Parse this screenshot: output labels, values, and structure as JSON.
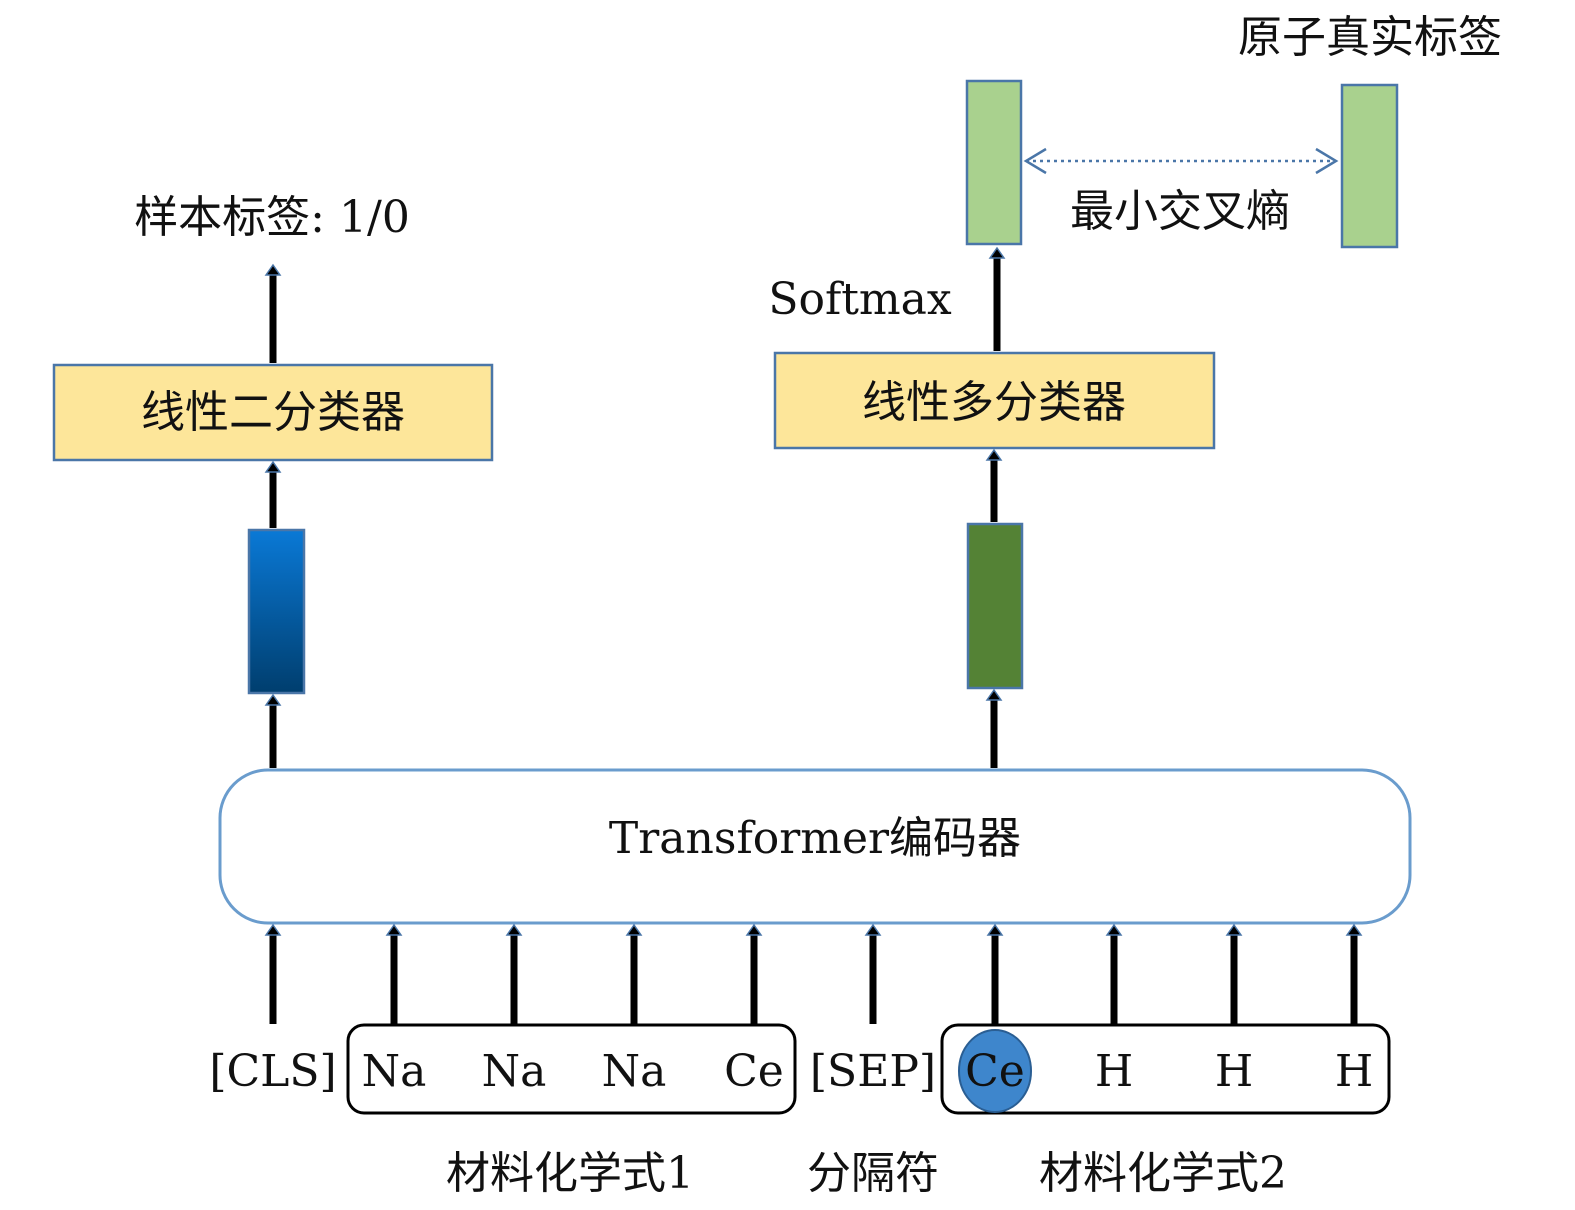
{
  "encoder": {
    "label": "Transformer编码器"
  },
  "left_branch": {
    "classifier_label": "线性二分类器",
    "output_label": "样本标签: 1/0"
  },
  "right_branch": {
    "classifier_label": "线性多分类器",
    "softmax_label": "Softmax",
    "loss_label": "最小交叉熵",
    "true_label_title": "原子真实标签"
  },
  "tokens": [
    "[CLS]",
    "Na",
    "Na",
    "Na",
    "Ce",
    "[SEP]",
    "Ce",
    "H",
    "H",
    "H"
  ],
  "groups": {
    "formula1_label": "材料化学式1",
    "separator_label": "分隔符",
    "formula2_label": "材料化学式2"
  },
  "colors": {
    "classifier_fill": "#FDE69A",
    "box_stroke": "#4A76A8",
    "highlight_circle": "#3E86CC",
    "cls_vector_top": "#0A79D6",
    "cls_vector_bottom": "#003E6E",
    "token_vector": "#548235",
    "output_vector": "#A9D18E"
  }
}
